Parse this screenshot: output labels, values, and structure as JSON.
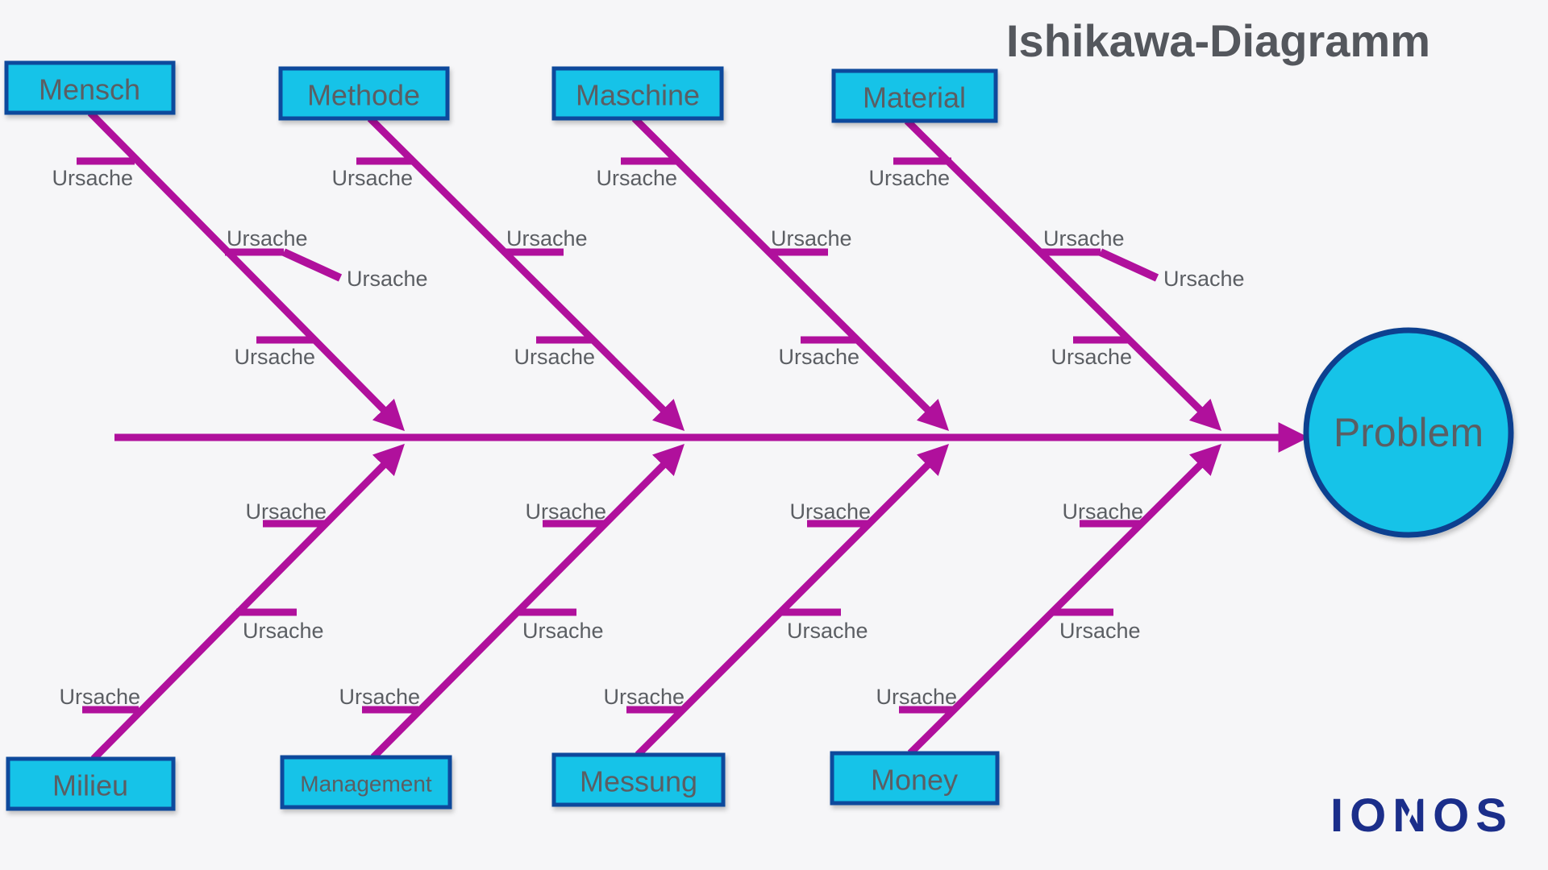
{
  "header": {
    "title": "Ishikawa-Diagramm"
  },
  "problem": {
    "label": "Problem"
  },
  "brand": {
    "logo_text": "IONOS"
  },
  "labels": {
    "cause": "Ursache"
  },
  "branches": {
    "top": [
      {
        "category": "Mensch",
        "causes": [
          "Ursache",
          "Ursache",
          "Ursache",
          "Ursache"
        ]
      },
      {
        "category": "Methode",
        "causes": [
          "Ursache",
          "Ursache",
          "Ursache"
        ]
      },
      {
        "category": "Maschine",
        "causes": [
          "Ursache",
          "Ursache",
          "Ursache"
        ]
      },
      {
        "category": "Material",
        "causes": [
          "Ursache",
          "Ursache",
          "Ursache",
          "Ursache"
        ]
      }
    ],
    "bottom": [
      {
        "category": "Milieu",
        "causes": [
          "Ursache",
          "Ursache",
          "Ursache"
        ]
      },
      {
        "category": "Management",
        "causes": [
          "Ursache",
          "Ursache",
          "Ursache"
        ]
      },
      {
        "category": "Messung",
        "causes": [
          "Ursache",
          "Ursache",
          "Ursache"
        ]
      },
      {
        "category": "Money",
        "causes": [
          "Ursache",
          "Ursache",
          "Ursache"
        ]
      }
    ]
  },
  "colors": {
    "background": "#f6f6f8",
    "accent": "#b0109c",
    "node_fill": "#17c3e8",
    "node_border": "#0a489c",
    "problem_border": "#09418f",
    "text": "#5b5e63",
    "title_text": "#54575d",
    "brand_blue": "#1b2e8a"
  }
}
